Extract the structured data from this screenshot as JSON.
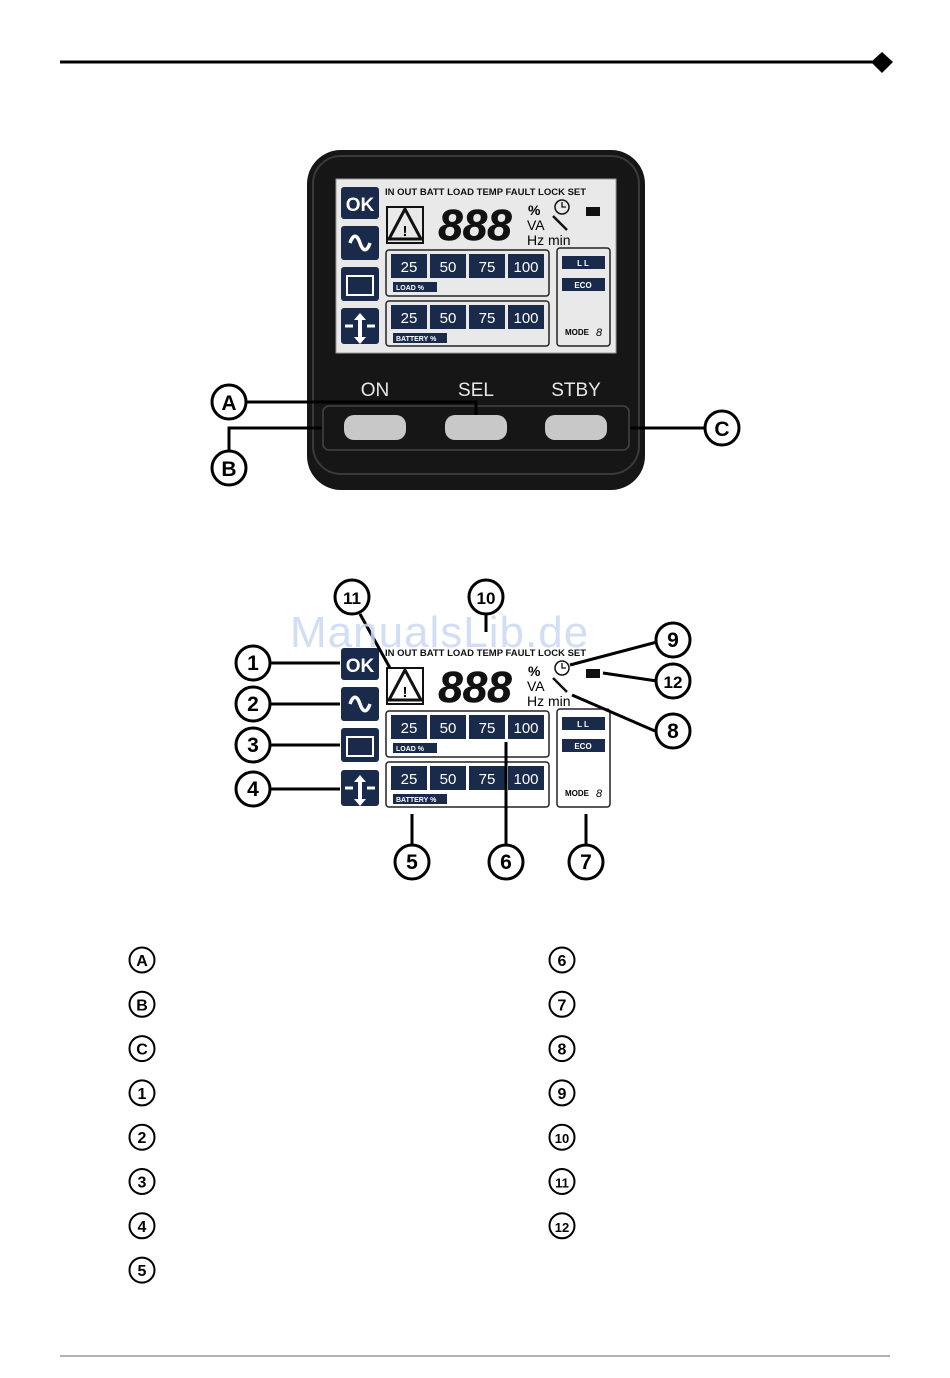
{
  "panel": {
    "lcd_header": "IN OUT BATT LOAD TEMP FAULT LOCK SET",
    "ok_text": "OK",
    "digits": "888",
    "unit_percent": "%",
    "unit_va": "VA",
    "unit_hz": "Hz",
    "unit_min": "min",
    "load_cells": [
      "25",
      "50",
      "75",
      "100"
    ],
    "load_label": "LOAD %",
    "battery_cells": [
      "25",
      "50",
      "75",
      "100"
    ],
    "battery_label": "BATTERY %",
    "mode_ll": "L L",
    "mode_eco": "ECO",
    "mode_label": "MODE",
    "mode_digit": "8",
    "buttons": {
      "on": "ON",
      "sel": "SEL",
      "stby": "STBY"
    },
    "callouts": {
      "a": "A",
      "b": "B",
      "c": "C"
    }
  },
  "detail": {
    "callouts": [
      "1",
      "2",
      "3",
      "4",
      "5",
      "6",
      "7",
      "8",
      "9",
      "10",
      "11",
      "12"
    ]
  },
  "watermark": "ManualsLib.de",
  "legend": {
    "left": [
      "A",
      "B",
      "C",
      "1",
      "2",
      "3",
      "4",
      "5"
    ],
    "right": [
      "6",
      "7",
      "8",
      "9",
      "10",
      "11",
      "12"
    ]
  }
}
